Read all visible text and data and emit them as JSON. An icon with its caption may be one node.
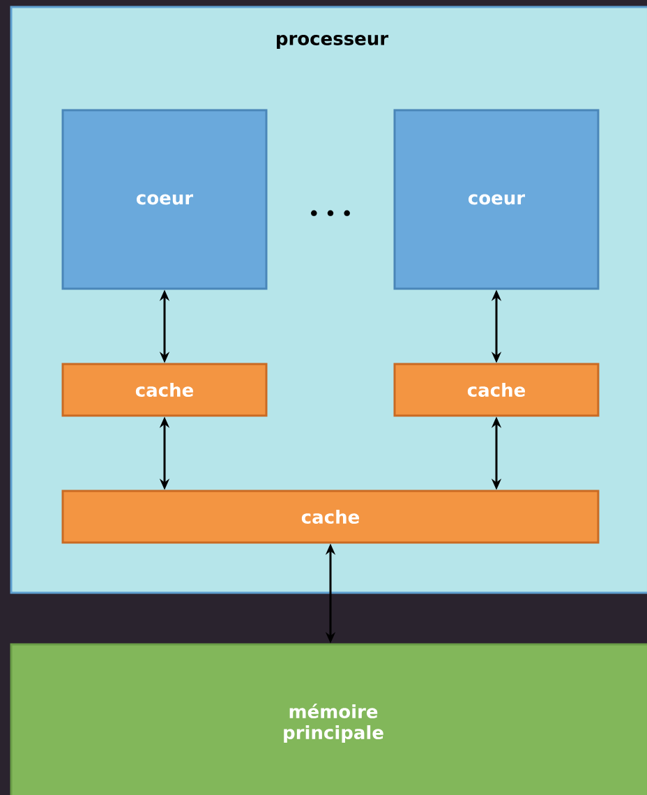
{
  "diagram": {
    "nodes": [
      {
        "text": [
          "processeur"
        ]
      },
      {
        "text": [
          "coeur"
        ],
        "in": 0
      },
      {
        "text": [
          "coeur"
        ],
        "in": 0
      },
      {
        "text": [
          "cache"
        ],
        "in": 0
      },
      {
        "text": [
          "cache"
        ],
        "in": 0
      },
      {
        "text": [
          "cache"
        ],
        "in": 0
      },
      {
        "text": [
          "mémoire principale"
        ]
      }
    ],
    "edges": [
      {
        "from": 1,
        "to": 3,
        "arrow": "both"
      },
      {
        "from": 2,
        "to": 4,
        "arrow": "both"
      },
      {
        "from": 3,
        "to": 5,
        "arrow": "both"
      },
      {
        "from": 4,
        "to": 5,
        "arrow": "both"
      },
      {
        "from": 5,
        "to": 6,
        "arrow": "both"
      }
    ],
    "labels": [
      "• • •"
    ]
  }
}
